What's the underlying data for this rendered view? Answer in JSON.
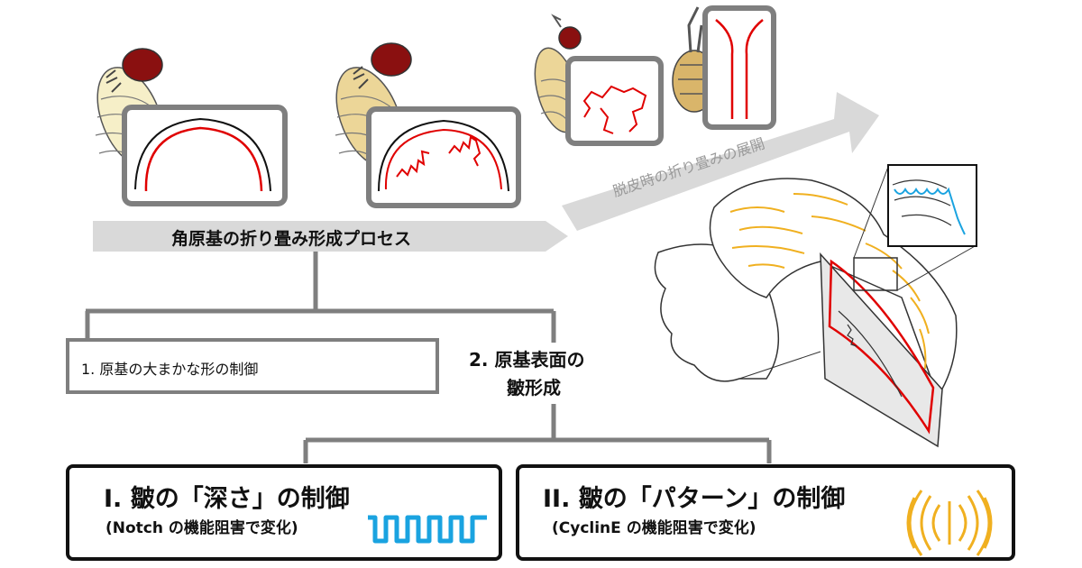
{
  "process_arrow_label": "角原基の折り畳み形成プロセス",
  "molt_arrow_label": "脱皮時の折り畳みの展開",
  "branch1": {
    "label": "1. 原基の大まかな形の制御"
  },
  "branch2": {
    "line1": "2. 原基表面の",
    "line2": "皺形成"
  },
  "box_depth": {
    "title": "I. 皺の「深さ」の制御",
    "subtitle": "(Notch の機能阻害で変化)"
  },
  "box_pattern": {
    "title": "II. 皺の「パターン」の制御",
    "subtitle": "(CyclinE の機能阻害で変化)"
  },
  "colors": {
    "contour_red": "#e00000",
    "depth_blue": "#1aa3e0",
    "pattern_gold": "#f0b020",
    "arrow_gray": "#d9d9d9",
    "frame_gray": "#7f7f7f",
    "larva_cream": "#f6efc8",
    "larva_tan": "#ecd698",
    "head_brown": "#8a1010"
  }
}
